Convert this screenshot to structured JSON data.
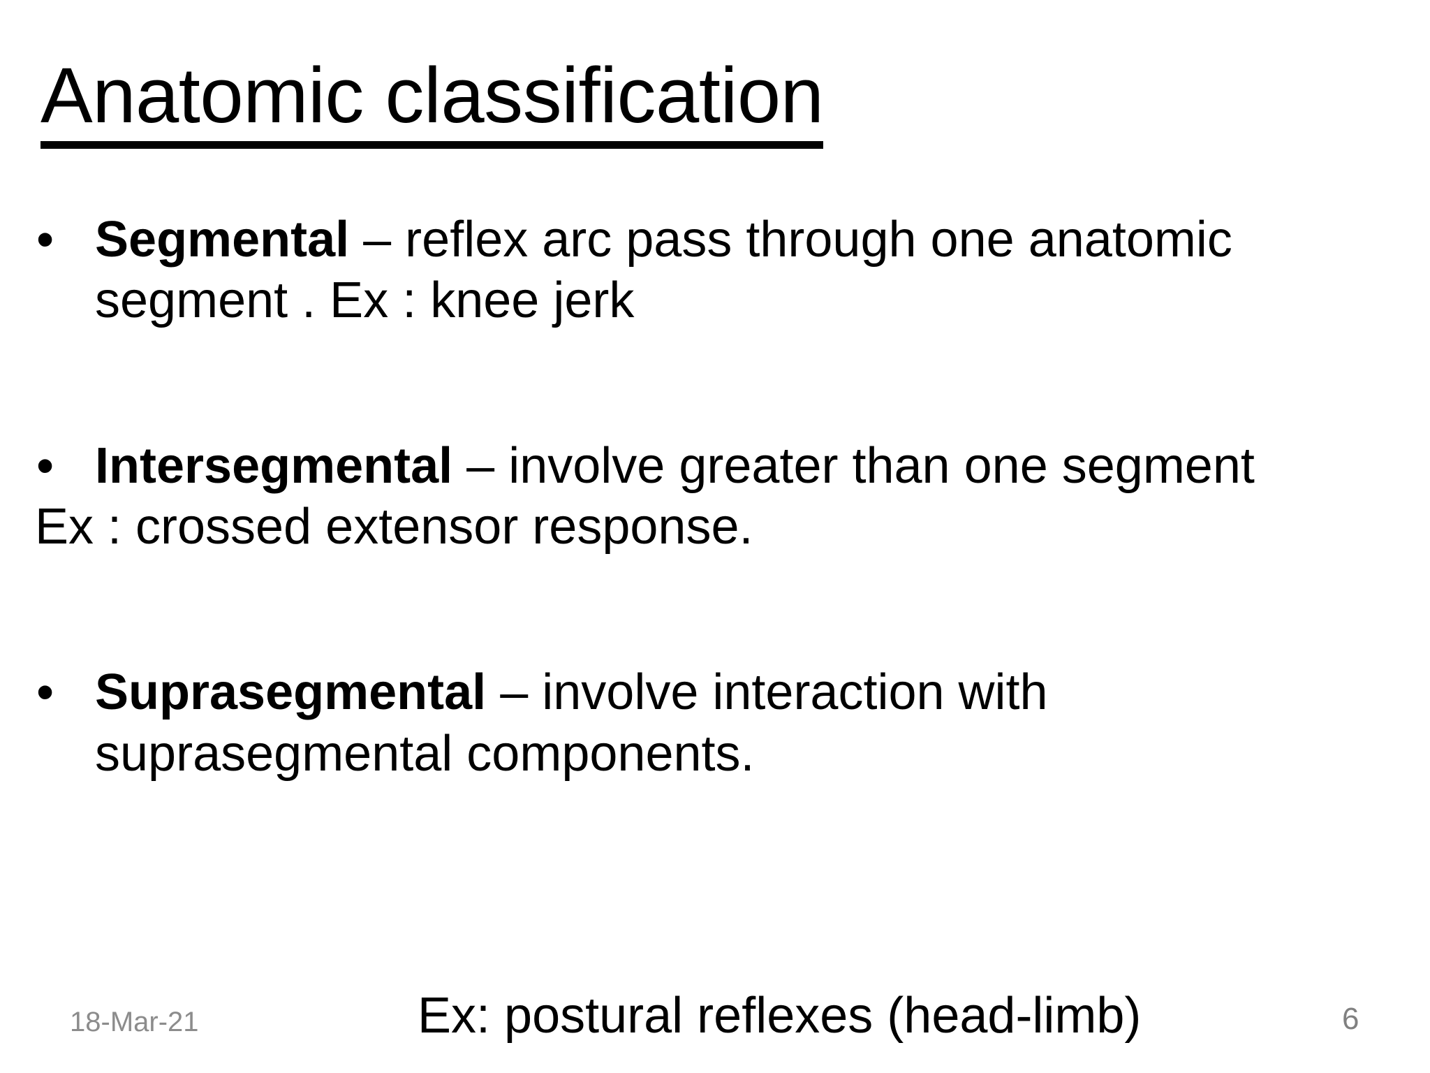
{
  "slide": {
    "title": "Anatomic classification",
    "background_color": "#ffffff",
    "text_color": "#000000",
    "muted_color": "#808080"
  },
  "body": {
    "bullets": [
      {
        "bullet_glyph": "•",
        "lead": "Segmental",
        "rest": " – reflex arc pass through one anatomic segment . Ex : knee jerk"
      },
      {
        "bullet_glyph": "•",
        "lead": "Intersegmental",
        "rest": " – involve greater than one segment"
      },
      {
        "bullet_glyph": "•",
        "lead": "Suprasegmental",
        "rest": " – involve interaction with suprasegmental components."
      }
    ],
    "plain_lines": [
      "Ex : crossed extensor response."
    ]
  },
  "footer": {
    "date": "18-Mar-21",
    "example": "Ex: postural reflexes (head-limb)",
    "page_number": "6"
  }
}
